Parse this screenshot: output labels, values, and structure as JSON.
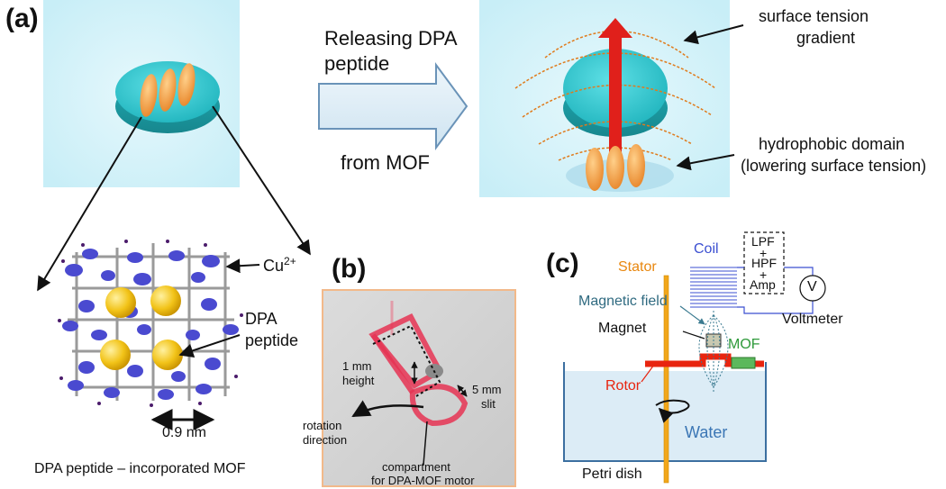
{
  "panels": {
    "a": "(a)",
    "b": "(b)",
    "c": "(c)"
  },
  "panel_a": {
    "arrow_label_top_1": "Releasing DPA",
    "arrow_label_top_2": "peptide",
    "arrow_label_bottom": "from MOF",
    "surface_tension_1": "surface tension",
    "surface_tension_2": "gradient",
    "hydrophobic_1": "hydrophobic domain",
    "hydrophobic_2": "(lowering surface tension)",
    "cu_base": "Cu",
    "cu_sup": "2+",
    "dpa_1": "DPA",
    "dpa_2": "peptide",
    "scale": "0.9 nm",
    "caption": "DPA peptide – incorporated MOF"
  },
  "panel_b": {
    "height_1": "1 mm",
    "height_2": "height",
    "slit_1": "5 mm",
    "slit_2": "slit",
    "rotation_1": "rotation",
    "rotation_2": "direction",
    "compartment_1": "compartment",
    "compartment_2": "for DPA-MOF motor"
  },
  "panel_c": {
    "stator": "Stator",
    "coil": "Coil",
    "filter_1": "LPF",
    "filter_2": "+",
    "filter_3": "HPF",
    "filter_4": "+",
    "filter_5": "Amp",
    "voltmeter_symbol": "V",
    "voltmeter": "Voltmeter",
    "magnetic_field": "Magnetic field",
    "magnet": "Magnet",
    "mof": "MOF",
    "rotor": "Rotor",
    "water": "Water",
    "petri_dish": "Petri dish"
  },
  "colors": {
    "water_bg": "#d9f4fb",
    "disk": "#2ec7cf",
    "peptide": "#f4a042",
    "gradient_line": "#e07b1c",
    "red_arrow": "#e0201b",
    "mof_blue": "#4a4ad0",
    "mof_gold": "#f2c318",
    "stator": "#f2a71b",
    "rotor": "#e8240f",
    "mof_green": "#5cb85c",
    "coil": "#3b4fd1",
    "dish": "#3c6fa0",
    "water_text": "#3b76b5",
    "field": "#3a7a90"
  }
}
